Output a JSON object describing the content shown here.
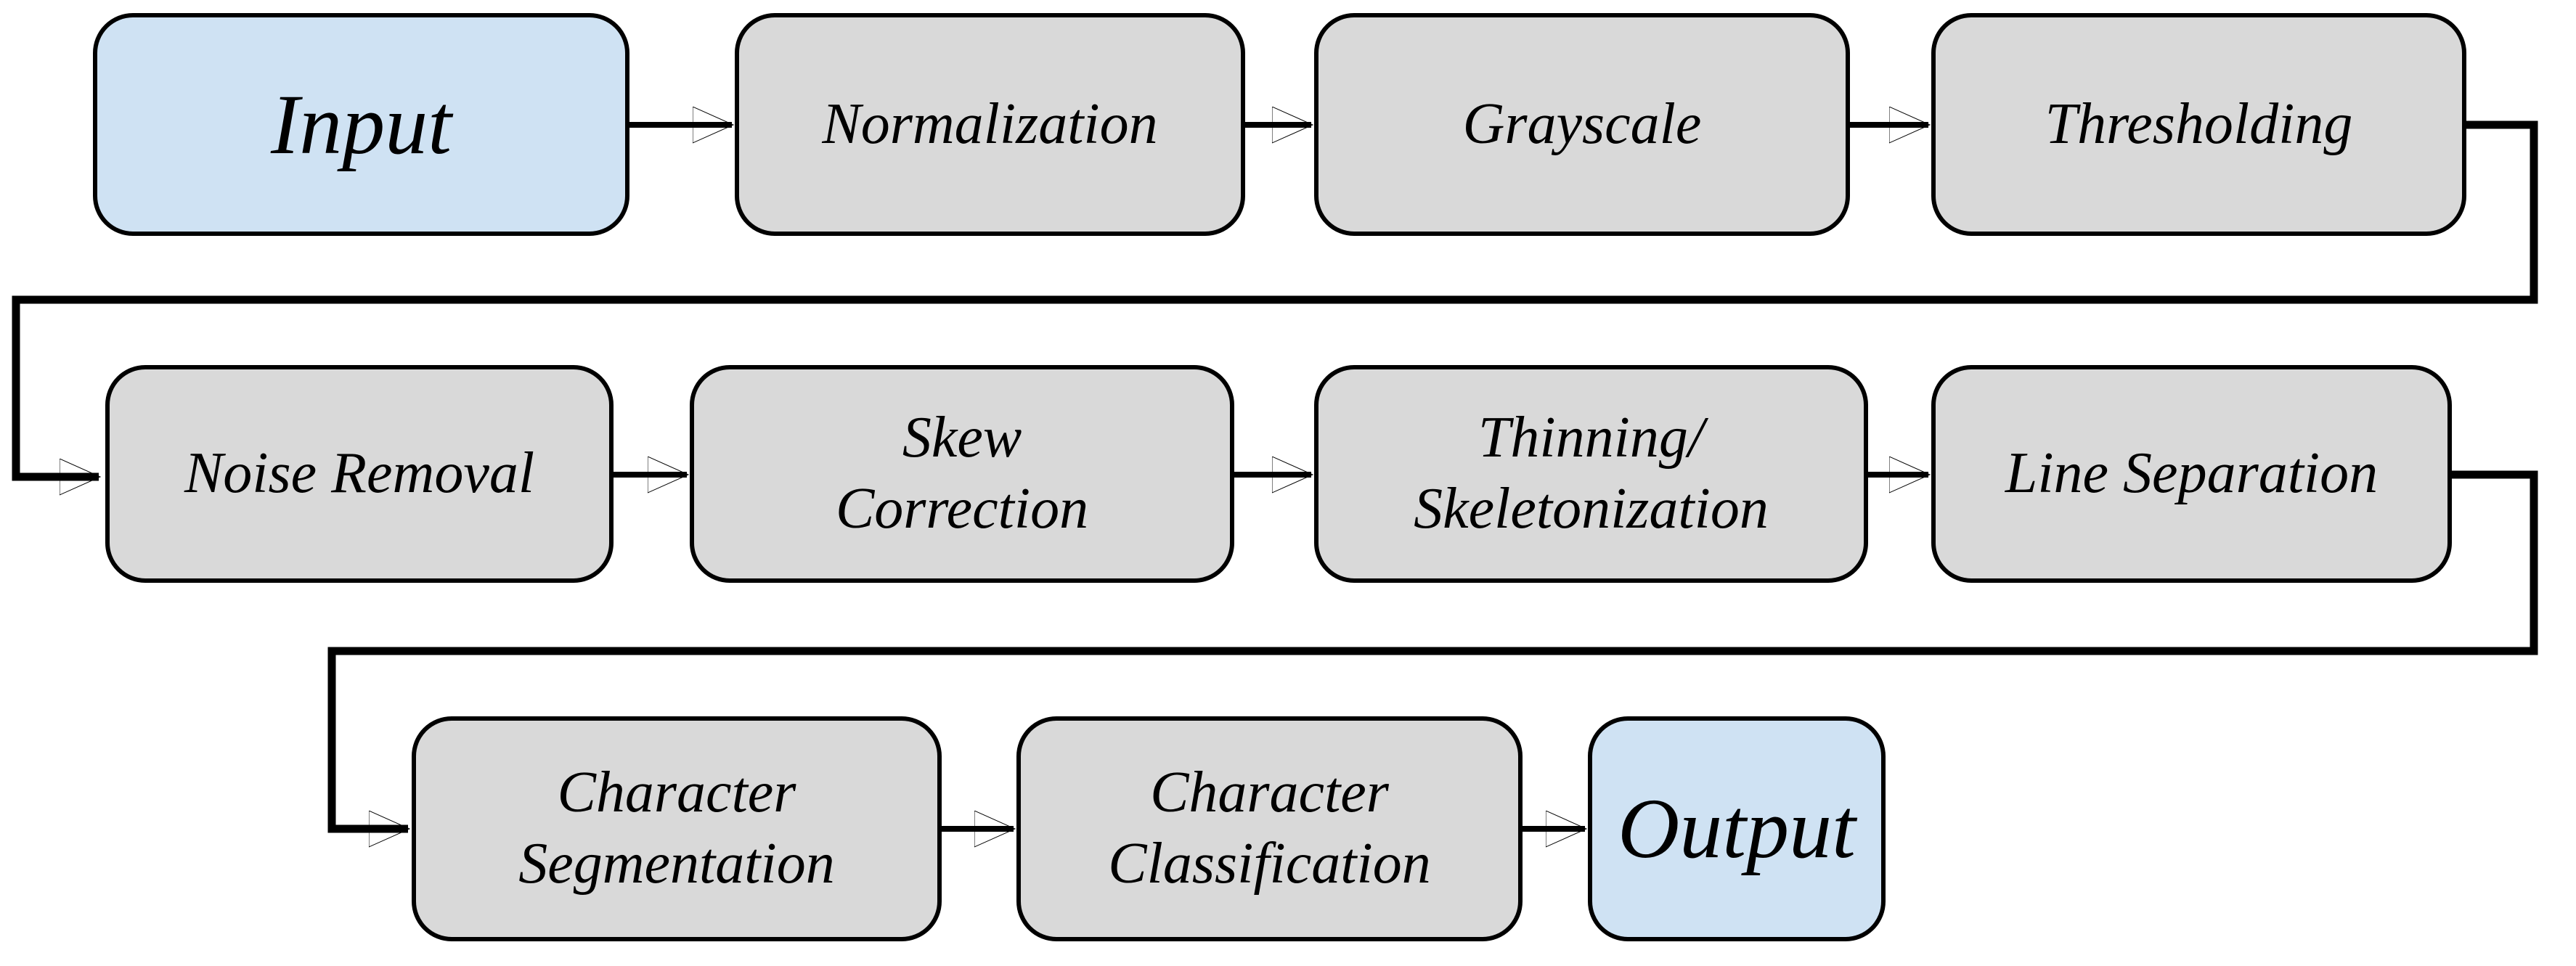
{
  "diagram": {
    "type": "flowchart",
    "background": "#ffffff",
    "colors": {
      "process_fill": "#d9d9d9",
      "terminal_fill": "#cfe2f3",
      "stroke": "#000000"
    },
    "nodes": [
      {
        "id": "input",
        "label": "Input",
        "kind": "terminal",
        "row": 1
      },
      {
        "id": "normalization",
        "label": "Normalization",
        "kind": "process",
        "row": 1
      },
      {
        "id": "grayscale",
        "label": "Grayscale",
        "kind": "process",
        "row": 1
      },
      {
        "id": "thresholding",
        "label": "Thresholding",
        "kind": "process",
        "row": 1
      },
      {
        "id": "noise-removal",
        "label": "Noise Removal",
        "kind": "process",
        "row": 2
      },
      {
        "id": "skew-correction",
        "label": "Skew\nCorrection",
        "kind": "process",
        "row": 2
      },
      {
        "id": "thinning-skeletonization",
        "label": "Thinning/\nSkeletonization",
        "kind": "process",
        "row": 2
      },
      {
        "id": "line-separation",
        "label": "Line Separation",
        "kind": "process",
        "row": 2
      },
      {
        "id": "character-segmentation",
        "label": "Character\nSegmentation",
        "kind": "process",
        "row": 3
      },
      {
        "id": "character-classification",
        "label": "Character\nClassification",
        "kind": "process",
        "row": 3
      },
      {
        "id": "output",
        "label": "Output",
        "kind": "terminal",
        "row": 3
      }
    ],
    "edges": [
      {
        "from": "input",
        "to": "normalization"
      },
      {
        "from": "normalization",
        "to": "grayscale"
      },
      {
        "from": "grayscale",
        "to": "thresholding"
      },
      {
        "from": "thresholding",
        "to": "noise-removal"
      },
      {
        "from": "noise-removal",
        "to": "skew-correction"
      },
      {
        "from": "skew-correction",
        "to": "thinning-skeletonization"
      },
      {
        "from": "thinning-skeletonization",
        "to": "line-separation"
      },
      {
        "from": "line-separation",
        "to": "character-segmentation"
      },
      {
        "from": "character-segmentation",
        "to": "character-classification"
      },
      {
        "from": "character-classification",
        "to": "output"
      }
    ]
  }
}
